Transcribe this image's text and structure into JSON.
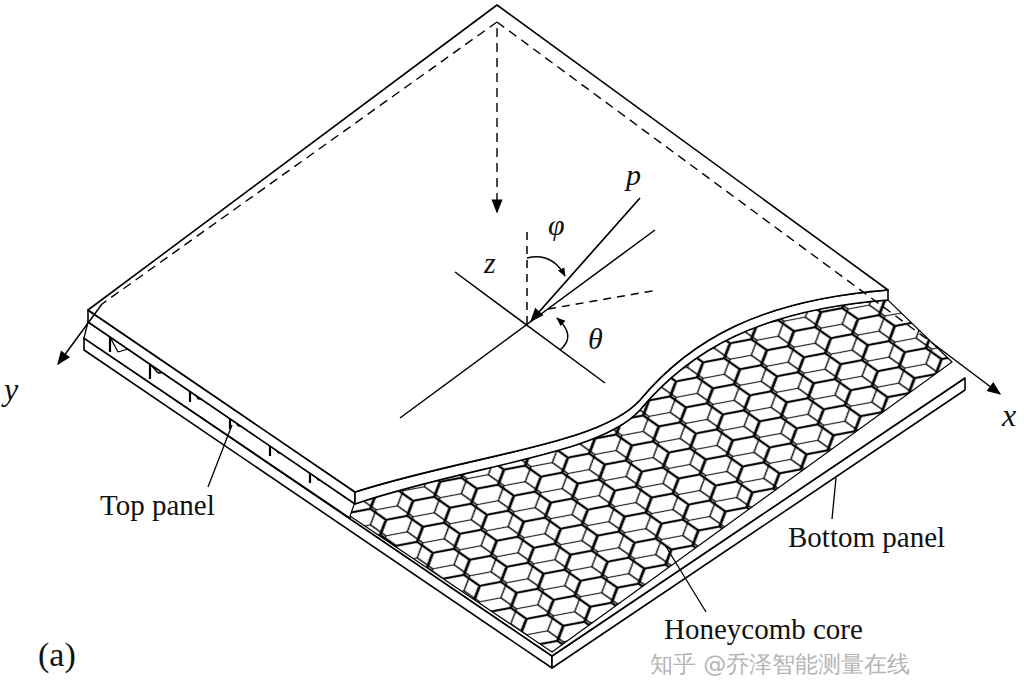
{
  "diagram": {
    "labels": [
      "p",
      "φ",
      "z",
      "θ",
      "y",
      "x",
      "Top panel",
      "Bottom panel",
      "Honeycomb core",
      "(a)",
      "知乎 @乔泽智能测量在线"
    ]
  }
}
